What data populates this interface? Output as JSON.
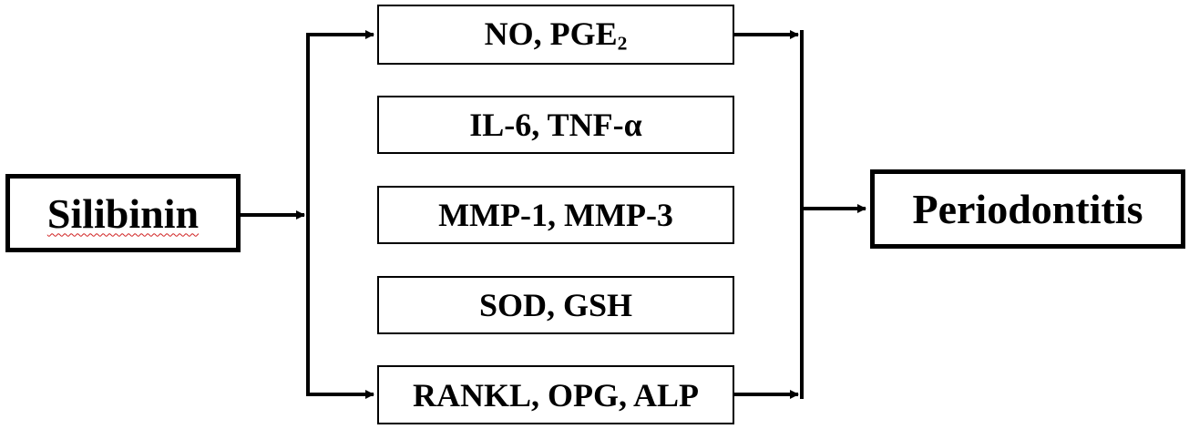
{
  "diagram": {
    "input": {
      "label": "Silibinin"
    },
    "output": {
      "label": "Periodontitis"
    },
    "markers": [
      {
        "main": "NO, PGE",
        "sub": "2"
      },
      {
        "main": "IL-6, TNF-α",
        "sub": ""
      },
      {
        "main": "MMP-1, MMP-3",
        "sub": ""
      },
      {
        "main": "SOD, GSH",
        "sub": ""
      },
      {
        "main": "RANKL, OPG, ALP",
        "sub": ""
      }
    ]
  }
}
